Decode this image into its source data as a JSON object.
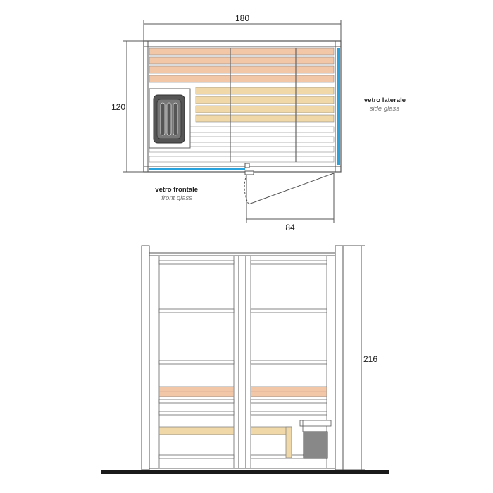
{
  "plan_view": {
    "width_dim": "180",
    "depth_dim": "120",
    "door_dim": "84",
    "side_glass": {
      "label_it": "vetro laterale",
      "label_en": "side glass"
    },
    "front_glass": {
      "label_it": "vetro frontale",
      "label_en": "front glass"
    }
  },
  "elevation_view": {
    "height_dim": "216"
  },
  "colors": {
    "line": "#555555",
    "glass": "#29a3dd",
    "bench_upper": "#f2c7a8",
    "bench_lower": "#f1d8a8",
    "heater": "#555555",
    "floor": "#1a1a1a"
  },
  "icons": [
    "heater-icon"
  ]
}
